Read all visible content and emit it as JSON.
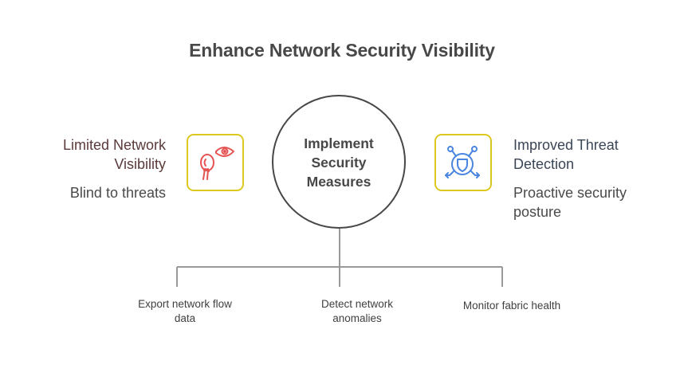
{
  "title": "Enhance Network Security Visibility",
  "center": {
    "label": "Implement Security Measures"
  },
  "left": {
    "heading": "Limited Network Visibility",
    "subtext": "Blind to threats",
    "icon": "eye-with-hand-icon",
    "icon_color": "#e55353"
  },
  "right": {
    "heading": "Improved Threat Detection",
    "subtext": "Proactive security posture",
    "icon": "shield-network-icon",
    "icon_color": "#4a86e0"
  },
  "box_border_color": "#dcc81e",
  "branches": [
    {
      "label": "Export network flow data"
    },
    {
      "label": "Detect network anomalies"
    },
    {
      "label": "Monitor fabric health"
    }
  ]
}
